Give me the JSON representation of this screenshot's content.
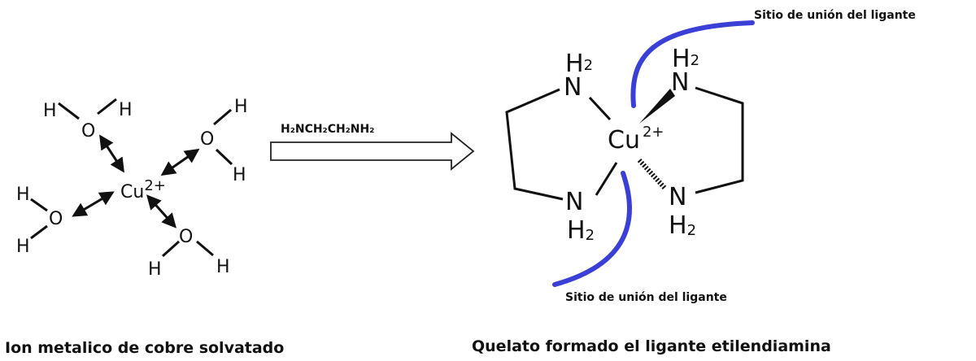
{
  "reactant": {
    "metal": "Cu",
    "charge": "2+",
    "oxygen": "O",
    "hydrogen": "H",
    "caption": "Ion metalico de cobre solvatado"
  },
  "reaction": {
    "reagent": "H₂NCH₂CH₂NH₂"
  },
  "product": {
    "metal": "Cu",
    "charge": "2+",
    "nitrogen": "N",
    "h2": "H",
    "h2_sub": "2",
    "binding_site_label_top": "Sitio de unión del ligante",
    "binding_site_label_bottom": "Sitio de unión del ligante",
    "caption": "Quelato formado el ligante etilendiamina"
  },
  "colors": {
    "highlight": "#3a3fd6",
    "ink": "#111111"
  }
}
